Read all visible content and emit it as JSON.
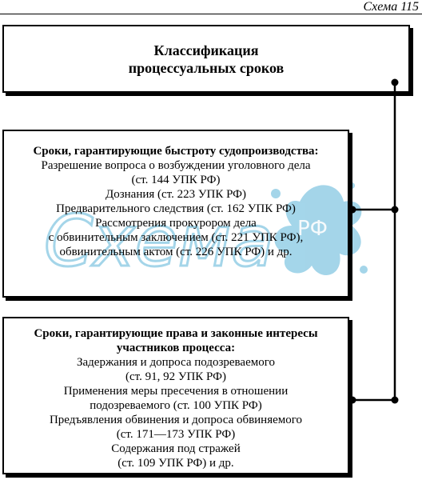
{
  "scheme_label": "Схема 115",
  "title": {
    "line1": "Классификация",
    "line2": "процессуальных сроков"
  },
  "box1": {
    "heading": "Сроки, гарантирующие быстроту судопроизводства:",
    "lines": [
      "Разрешение вопроса о возбуждении уголовного дела",
      "(ст. 144 УПК РФ)",
      "Дознания (ст. 223 УПК РФ)",
      "Предварительного следствия (ст. 162 УПК РФ)",
      "Рассмотрения прокурором дела",
      "с обвинительным заключением (ст. 221 УПК РФ),",
      "обвинительным актом (ст. 226 УПК РФ) и др."
    ]
  },
  "box2": {
    "heading_lines": [
      "Сроки, гарантирующие права и законные интересы",
      "участников процесса:"
    ],
    "lines": [
      "Задержания и допроса подозреваемого",
      "(ст. 91, 92 УПК РФ)",
      "Применения меры пресечения в отношении",
      "подозреваемого (ст. 100 УПК РФ)",
      "Предъявления обвинения и допроса обвиняемого",
      "(ст. 171—173 УПК РФ)",
      "Содержания под стражей",
      "(ст. 109 УПК РФ) и др."
    ]
  },
  "watermark": {
    "text": "Схема",
    "badge": "РФ",
    "color": "#5ab4d8"
  }
}
